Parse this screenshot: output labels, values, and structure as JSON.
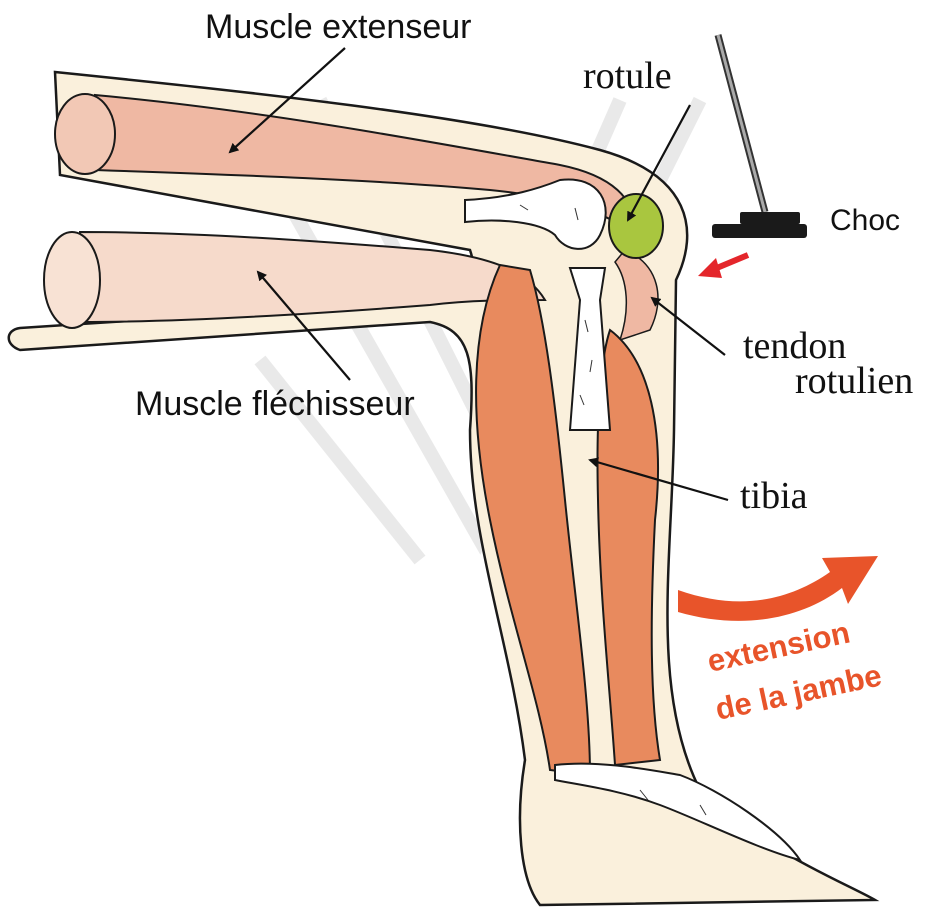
{
  "labels": {
    "extensor_muscle": "Muscle extenseur",
    "patella": "rotule",
    "shock": "Choc",
    "patellar_tendon_line1": "tendon",
    "patellar_tendon_line2": "rotulien",
    "flexor_muscle": "Muscle fléchisseur",
    "tibia": "tibia",
    "extension_line1": "extension",
    "extension_line2": "de la jambe"
  },
  "colors": {
    "muscle_upper": "#efb8a3",
    "muscle_lower_tint": "#f6dacb",
    "calf_muscle": "#e88a5e",
    "skin": "#faf0dc",
    "bone": "#ffffff",
    "patella": "#a9c63f",
    "extension_arrow": "#e8542a",
    "shock_arrow": "#e4262b",
    "hammer": "#1a1a1a"
  }
}
